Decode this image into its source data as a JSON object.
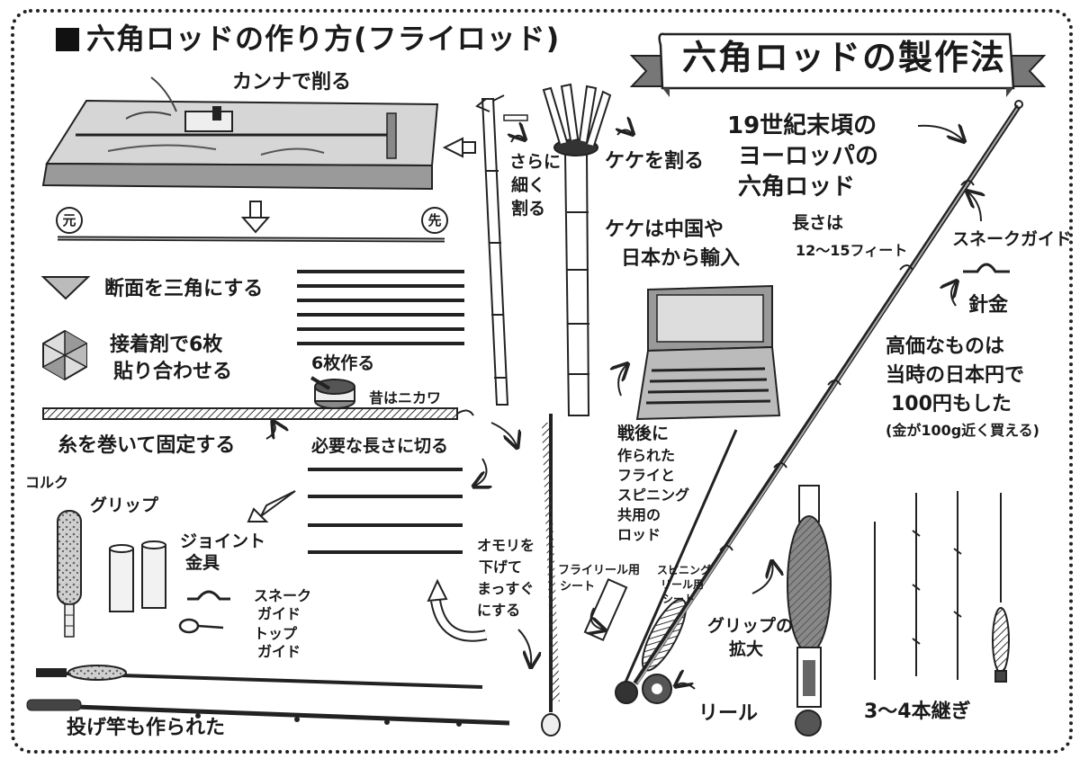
{
  "title_left": "六角ロッドの作り方(フライロッド)",
  "banner_title": "六角ロッドの製作法",
  "labels": {
    "plane": "カンナで削る",
    "base_mark": "元",
    "tip_mark": "先",
    "triangle": "断面を三角にする",
    "glue": "接着剤で6枚",
    "glue2": "貼り合わせる",
    "six": "6枚作る",
    "nikawa": "昔はニカワ",
    "thread": "糸を巻いて固定する",
    "cut": "必要な長さに切る",
    "finer_split": "さらに",
    "finer_split2": "細く",
    "finer_split3": "割る",
    "split": "ケケを割る",
    "import": "ケケは中国や",
    "import2": "日本から輸入",
    "cork": "コルク",
    "grip": "グリップ",
    "joint": "ジョイント",
    "joint2": "金具",
    "snake_guide": "スネーク",
    "snake_guide2": "ガイド",
    "top_guide": "トップ",
    "top_guide2": "ガイド",
    "weight": "オモリを",
    "weight2": "下げて",
    "weight3": "まっすぐ",
    "weight4": "にする",
    "casting": "投げ竿も作られた",
    "postwar": "戦後に",
    "postwar2": "作られた",
    "postwar3": "フライと",
    "postwar4": "スピニング",
    "postwar5": "共用の",
    "postwar6": "ロッド",
    "fly_reel_seat": "フライリール用",
    "fly_reel_seat2": "シート",
    "spin_reel_seat": "スピニング",
    "spin_reel_seat2": "リール用",
    "spin_reel_seat3": "シート",
    "europe": "19世紀末頃の",
    "europe2": "ヨーロッパの",
    "europe3": "六角ロッド",
    "length": "長さは",
    "length2": "12〜15フィート",
    "snake_guide_r": "スネークガイド",
    "wire": "針金",
    "price": "高価なものは",
    "price2": "当時の日本円で",
    "price3": "100円もした",
    "price4": "(金が100g近く買える)",
    "grip_zoom": "グリップの",
    "grip_zoom2": "拡大",
    "reel": "リール",
    "pieces": "3〜4本継ぎ"
  }
}
